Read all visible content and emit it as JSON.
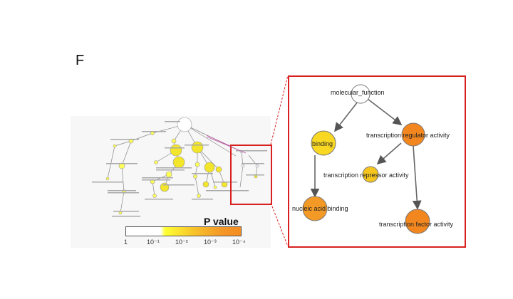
{
  "panel_label": "F",
  "legend": {
    "title": "P value",
    "ticks": [
      "1",
      "10⁻¹",
      "10⁻²",
      "10⁻³",
      "10⁻⁴"
    ]
  },
  "zoom": {
    "nodes": [
      {
        "id": "mf",
        "label": "molecular_function",
        "color": "#ffffff",
        "level": "1"
      },
      {
        "id": "binding",
        "label": "binding",
        "color": "#f8d822",
        "level": "10^-2"
      },
      {
        "id": "trna",
        "label": "transcription regulator activity",
        "color": "#f2861f",
        "level": "10^-4"
      },
      {
        "id": "trrep",
        "label": "transcription repressor activity",
        "color": "#f6c61f",
        "level": "10^-2"
      },
      {
        "id": "nab",
        "label": "nucleic acid binding",
        "color": "#f39a26",
        "level": "10^-3"
      },
      {
        "id": "tfa",
        "label": "transcription factor activity",
        "color": "#f2861f",
        "level": "10^-4"
      }
    ],
    "edges": [
      [
        "mf",
        "binding"
      ],
      [
        "mf",
        "trna"
      ],
      [
        "binding",
        "nab"
      ],
      [
        "trna",
        "trrep"
      ],
      [
        "trna",
        "tfa"
      ]
    ]
  },
  "colors": {
    "highlight_border": "#d82020",
    "edge": "#666666"
  }
}
